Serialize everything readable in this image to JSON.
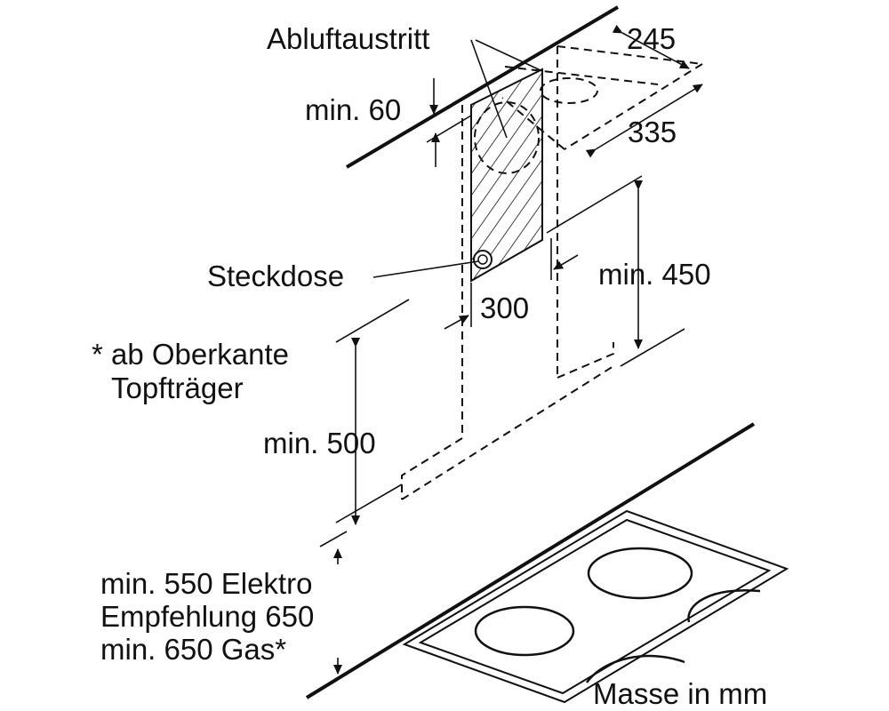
{
  "diagram": {
    "labels": {
      "air_outlet": "Abluftaustritt",
      "dim_245": "245",
      "dim_min60": "min. 60",
      "dim_335": "335",
      "socket": "Steckdose",
      "dim_min450": "min. 450",
      "dim_300": "300",
      "footnote_line1": "* ab Oberkante",
      "footnote_line2": "Topfträger",
      "dim_min500": "min. 500",
      "clearance_line1": "min. 550 Elektro",
      "clearance_line2": "Empfehlung 650",
      "clearance_line3": "min. 650 Gas*",
      "units": "Masse in mm"
    },
    "colors": {
      "stroke": "#111111",
      "background": "#ffffff"
    }
  }
}
